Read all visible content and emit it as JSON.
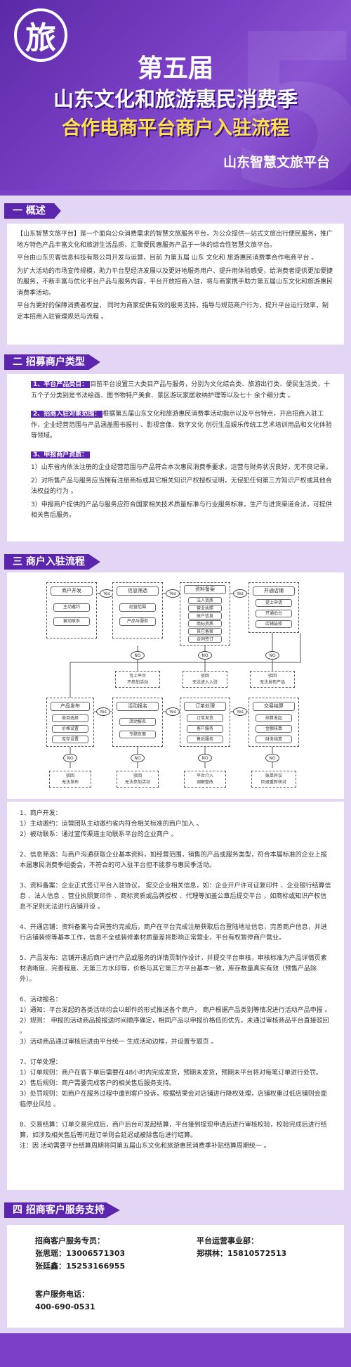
{
  "header": {
    "logo_char": "旅",
    "deco": "5",
    "edition": "第五届",
    "title": "山东文化和旅游惠民消费季",
    "subtitle": "合作电商平台商户入驻流程",
    "platform": "山东智慧文旅平台"
  },
  "sections": {
    "s1": "一 概述",
    "s2": "二 招募商户类型",
    "s3": "三 商户入驻流程",
    "s4": "四 招商客户服务支持"
  },
  "overview": {
    "p1": "【山东智慧文旅平台】是一个面向公众消费需求的智慧文旅服务平台，为公众提供一站式文旅出行便民服务，推广地方特色产品丰富文化和旅游生活品质，汇聚便民惠服务产品于一体的综合性智慧文旅平台。",
    "p2": "平台由山东贝客信息科技有限公司开发与运营，目前 为第五届 山东 文化和 旅游惠民消费季合作电商平台 。",
    "p3": "为扩大活动的市场宣传规模，助力平台型经济发展以及更好地服务用户、提升用体验感受，给消费者提供更加便捷的服务，不断丰富与优化平台产品与服务内容，平台开放招商入驻，将与商家携手助力第五届山东文化和旅游惠民消费季活动。",
    "p4": "平台为更好的保障消费者权益， 同时为商家提供有效的服务支持，指导与规范商户行为，提升平台运行效率，制定本招商入驻管理规范与流程 。"
  },
  "recruit": {
    "h1": "1、平台产品类目：",
    "b1": "目前平台设置三大类目产品与服务，分别为文化综合类、旅游出行类、便民生活类，十五个子分类别是书法绘画、图书物特产美食、景区游玩家居收纳护理等以及七十 余个细分类 。",
    "h2": "2、招商入驻对象范围：",
    "b2": "根据第五届山东文化和旅游惠民消费季活动指示以及平台特点，开启招商入驻工作，企业经营范围与产品涵盖图书报刊 、影视音像、数字文化 创衍生品娱乐传统工艺术培训用品和文化体验等领域。",
    "h3": "3、申报商户资质：",
    "b3a": "1）山东省内依法注册的企业经营范围与产品符合本次惠民消费季要求，运营与财务状况良好，无不良记录。",
    "b3b": "2）对所售产品与服务应当拥有注册商标或其它相关知识产权授权证明，无侵犯任何第三方知识产权或其他合法权益的行为 。",
    "b3c": "3）申报商户提供的产品与服务应符合国家相关技术质量标准与行业服务标准，生产与进货渠道合法，可提供相关售后服务。"
  },
  "flow": {
    "yes": "Yes",
    "no": "NO",
    "g1": {
      "title": "商户开发",
      "items": [
        "主动邀约",
        "被动联系"
      ]
    },
    "g2": {
      "title": "信息筛选",
      "items": [
        "经营范围",
        "产品与服务"
      ]
    },
    "g3": {
      "title": "资料备案",
      "items": [
        "法人资质",
        "营业执照",
        "账户信息",
        "商标资质",
        "其它备案",
        "合同签订"
      ]
    },
    "g4": {
      "title": "开通店铺",
      "items": [
        "提上申请",
        "开通后台",
        "店铺装修"
      ]
    },
    "g5": {
      "title": "产品发布",
      "items": [
        "类目选择",
        "价格设置",
        "库存设置"
      ]
    },
    "g6": {
      "title": "活动报名",
      "items": [
        "活动报名",
        "专题页面"
      ]
    },
    "g7": {
      "title": "订单处理",
      "items": [
        "订单发货",
        "客户服务",
        "售后服务"
      ]
    },
    "g8": {
      "title": "交易结算",
      "items": [
        "结算发起",
        "金额核算",
        "财务结算"
      ]
    },
    "r1": "可上平台\n不参加活动",
    "r2": "驳回\n无法进入入驻",
    "r3": "驳回\n无法发布产品",
    "r4": "驳回\n无法发布",
    "r5": "驳回\n无法参加活动",
    "r6": "平台介入\n调解整改",
    "r7": "账单异议\n回退重新核对"
  },
  "steps": [
    "1、商户开发：",
    "1）主动邀约：运营团队主动邀约省内符合相关标准的商户加入 。",
    "2）被动联系：通过宣传渠道主动联系平台的企业商户 。",
    "",
    "2、信息筛选：与商户沟通获取企业基本资料，如经营范围，销售的产品或服务类型，符合本届标准的企业上报本届惠民消费季组委会，不符合的可入驻平台但不能参与惠民季活动。",
    "",
    "3、资料备案：企业正式签订平台入驻协议， 提交企业相关信息，如：企业开户许可证复印件 、企业银行结算信息 、法人信息 、营业执照复印件 、商标资质或品牌授权 、代理等加盖公章后提交平台 ，如商标或知识产权信息不足则无法进行店铺开设 。",
    "",
    "4、开通店铺：资料备案与合同签约完成后，商户在平台完成注册获取后台登陆地址信息，完善商户信息，并进行店铺装修等基本工作，信息不全或装修素材质量差将影响正常营业，平台有权暂停商户营业。",
    "",
    "5、产品发布：店铺开通后商户进行产品或服务的详情页制作设计，并提交平台审核，审核标准为产品详情页素材清晰度、完善程度、无第三方水印等，价格与其它第三方平台基本一致，库存数量真实有效（预售产品除外）。",
    "",
    "6、活动报名：",
    "1）通知：平台发起的各类活动均会以邮件的形式推送各个商户， 商户根据产品类别等情况进行活动产品申报 。",
    "2）规则： 申报的活动商品按报送时间顺序确定，相同产品以申报价格低的优先，未通过审核商品平台直接驳回 。",
    "3）活动商品通过审核后进由平台统一 生成活动边框，并设置专题页 。",
    "",
    "7、订单处理：",
    "1）订单规则：商户在客下单后需要在48小时内完成发货，预期未发货，预期未平台将对每笔订单进行处罚。",
    "2）售后规则：商户需要完成客户的相关售后服务支持。",
    "3）处罚规则：如商户在服务过程中遭到客户投诉，根据结果会对店铺进行降权处理，店铺权重过低店铺则会面临停业风险 。",
    "",
    "8、交易结算：订单交易完成后，商户后台可发起结算，平台接到提现申请后进行审核校验，校验完成后进行结算，如涉及相关售后等问题订单则会延迟或被除售后进行结算。",
    "注：因 活动需要平台结算周期将同第五届山东文化和旅游惠民消费季补贴结算周期统一 。"
  ],
  "contact": {
    "l1": "招商客户服务专员：",
    "p1": "张思瑶：13006571303",
    "p2": "张廷鑫：15253166955",
    "l2": "平台运营事业部：",
    "p3": "郑祺林：15810572513",
    "l3": "客户服务电话：",
    "p4": "400-690-0531"
  }
}
